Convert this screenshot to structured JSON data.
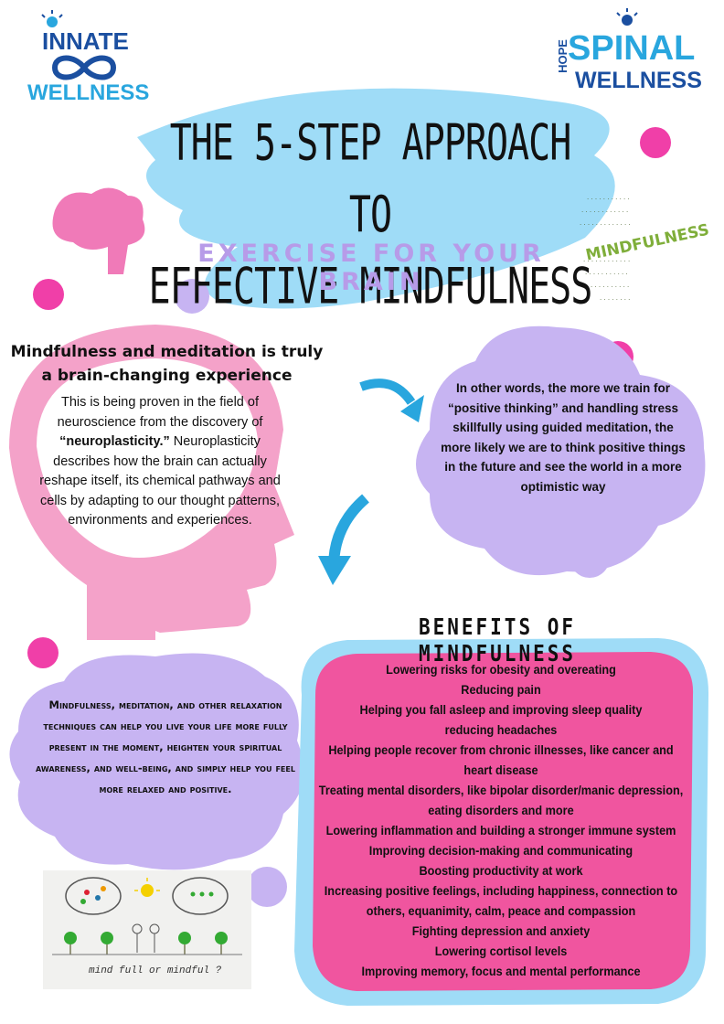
{
  "logos": {
    "left_top": "INNATE",
    "left_bottom": "WELLNESS",
    "right_side": "HOPE",
    "right_top": "SPINAL",
    "right_bottom": "WELLNESS"
  },
  "title_line1": "THE 5-STEP APPROACH TO",
  "title_line2": "EFFECTIVE MINDFULNESS",
  "subtitle": "EXERCISE FOR YOUR BRAIN",
  "intro": {
    "heading": "Mindfulness and meditation is truly a brain-changing experience",
    "text_a": "This is being proven in the field of neuroscience from the discovery of ",
    "term": "“neuroplasticity.”",
    "text_b": " Neuroplasticity describes how the brain can actually reshape itself, its chemical pathways and cells by adapting to our thought patterns, environments and experiences."
  },
  "bubble_text": "In other words, the more we train for “positive thinking” and handling stress skillfully using guided meditation, the more likely we are to think positive things in the future and see the world in a more optimistic way",
  "benefits": {
    "title": "BENEFITS OF MINDFULNESS",
    "items": [
      "Lowering risks for obesity and overeating",
      "Reducing pain",
      "Helping you fall asleep and improving sleep quality",
      "reducing headaches",
      "Helping people recover from chronic illnesses, like cancer and heart disease",
      "Treating mental disorders, like bipolar disorder/manic depression, eating disorders and more",
      "Lowering inflammation and building a stronger immune system",
      "Improving decision-making and communicating",
      "Boosting productivity at work",
      "Increasing positive feelings, including happiness, connection to others, equanimity, calm, peace and compassion",
      "Fighting depression and anxiety",
      "Lowering cortisol levels",
      "Improving memory, focus and mental performance"
    ]
  },
  "left_cloud_text": "Mindfulness, meditation, and other relaxation techniques can help you live your life more fully present in the moment, heighten your spiritual awareness, and well-being, and simply help you feel more relaxed and positive.",
  "photo_caption": "mind full or mindful ?",
  "word_cloud_word": "MINDFULNESS",
  "colors": {
    "pink": "#f07ab8",
    "magenta": "#f03fa8",
    "lavender": "#c7b4f2",
    "light_blue": "#9fdcf7",
    "hot_pink_box": "#f0559f",
    "blue_arrow": "#29a6de"
  }
}
